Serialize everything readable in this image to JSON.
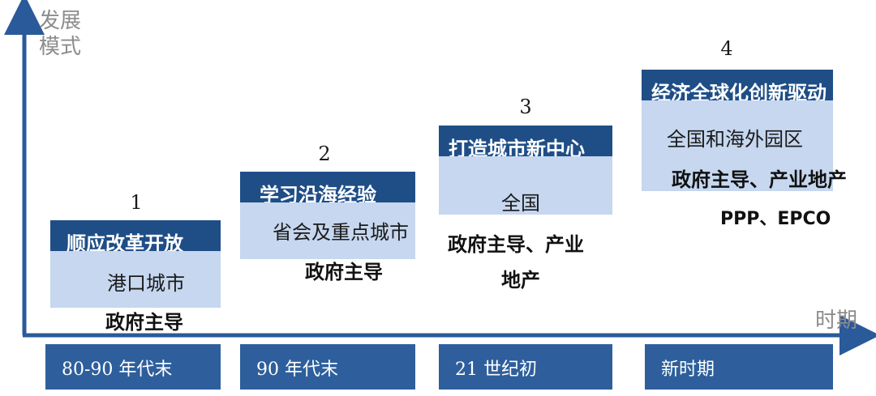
{
  "axes": {
    "y_label_line1": "发展",
    "y_label_line2": "模式",
    "x_label": "时期",
    "color": "#2a5a9a"
  },
  "stages": [
    {
      "number": "1",
      "title": "顺应改革开放",
      "region": "港口城市",
      "mode_line1": "政府主导",
      "mode_line2": ""
    },
    {
      "number": "2",
      "title": "学习沿海经验",
      "region": "省会及重点城市",
      "mode_line1": "政府主导",
      "mode_line2": ""
    },
    {
      "number": "3",
      "title": "打造城市新中心",
      "region": "全国",
      "mode_line1": "政府主导、产业",
      "mode_line2": "地产"
    },
    {
      "number": "4",
      "title": "经济全球化创新驱动",
      "region": "全国和海外园区",
      "mode_line1": "政府主导、产业地产",
      "mode_line2": "PPP、EPCO"
    }
  ],
  "periods": [
    "80-90 年代末",
    "90 年代末",
    "21 世纪初",
    "新时期"
  ],
  "colors": {
    "header": "#1f4e87",
    "body": "#c6d7ef",
    "period": "#2e5f9c"
  }
}
